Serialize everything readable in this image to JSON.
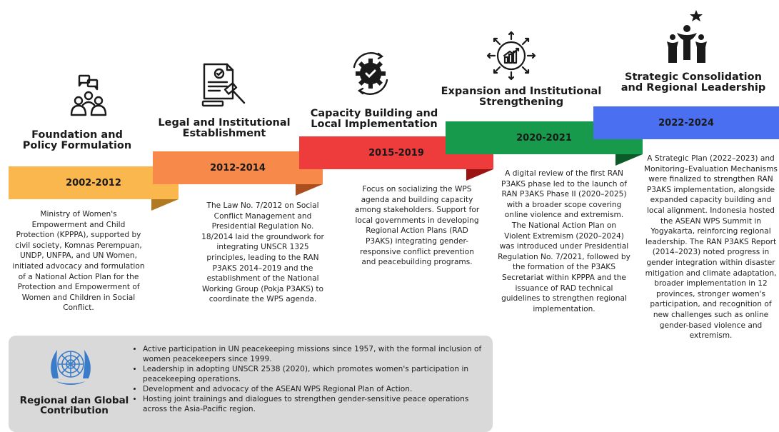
{
  "phases": [
    {
      "period": "2002-2012",
      "title_lines": [
        "Foundation and",
        "Policy Formulation"
      ],
      "color": "#f9b74e",
      "icon": "people-meeting-icon",
      "description": [
        "Ministry of Women's",
        "Empowerment and Child",
        "Protection (KPPPA), supported by",
        "civil society, Komnas Perempuan,",
        "UNDP, UNFPA, and UN Women,",
        "initiated advocacy and formulation",
        "of a National Action Plan for the",
        "Protection and Empowerment of",
        "Women and Children in Social",
        "Conflict."
      ]
    },
    {
      "period": "2012-2014",
      "title_lines": [
        "Legal and Institutional",
        "Establishment"
      ],
      "color": "#f7894a",
      "icon": "law-document-gavel-icon",
      "description": [
        "The Law No. 7/2012 on Social",
        "Conflict Management and",
        "Presidential Regulation No.",
        "18/2014 laid the groundwork for",
        "integrating UNSCR 1325",
        "principles, leading to the RAN",
        "P3AKS 2014–2019 and the",
        "establishment of the National",
        "Working Group (Pokja P3AKS) to",
        "coordinate the WPS agenda."
      ]
    },
    {
      "period": "2015-2019",
      "title_lines": [
        "Capacity Building and",
        "Local Implementation"
      ],
      "color": "#ee3b3b",
      "icon": "gear-check-icon",
      "description": [
        "Focus on socializing the WPS",
        "agenda and building capacity",
        "among stakeholders. Support for",
        "local governments in developing",
        "Regional Action Plans (RAD",
        "P3AKS) integrating gender-",
        "responsive conflict prevention",
        "and peacebuilding programs."
      ]
    },
    {
      "period": "2020-2021",
      "title_lines": [
        "Expansion and Institutional",
        "Strengthening"
      ],
      "color": "#179a4c",
      "icon": "growth-chart-arrows-icon",
      "description": [
        "A digital review of the first RAN",
        "P3AKS phase led to the launch of",
        "RAN P3AKS Phase II (2020–2025)",
        "with a broader scope covering",
        "online violence and extremism.",
        "The National Action Plan on",
        "Violent Extremism (2020–2024)",
        "was introduced under Presidential",
        "Regulation No. 7/2021, followed by",
        "the formation of the P3AKS",
        "Secretariat within KPPPA and the",
        "issuance of RAD technical",
        "guidelines to strengthen regional",
        "implementation."
      ]
    },
    {
      "period": "2022-2024",
      "title_lines": [
        "Strategic Consolidation",
        "and Regional Leadership"
      ],
      "color": "#4a6ff0",
      "icon": "leaders-star-icon",
      "description": [
        "A Strategic Plan (2022–2023) and",
        "Monitoring–Evaluation Mechanisms",
        "were finalized to strengthen RAN",
        "P3AKS implementation, alongside",
        "expanded capacity building and",
        "local alignment. Indonesia hosted",
        "the ASEAN WPS Summit in",
        "Yogyakarta, reinforcing regional",
        "leadership. The RAN P3AKS Report",
        "(2014–2023) noted progress in",
        "gender integration within disaster",
        "mitigation and climate adaptation,",
        "broader implementation in 12",
        "provinces, stronger women's",
        "participation, and recognition of",
        "new challenges such as online",
        "gender-based violence and",
        "extremism."
      ]
    }
  ],
  "contribution": {
    "title_lines": [
      "Regional dan Global",
      "Contribution"
    ],
    "icon": "un-emblem-icon",
    "bullets": [
      "Active participation in UN peacekeeping missions since 1957, with the formal inclusion of women peacekeepers since 1999.",
      "Leadership in adopting UNSCR 2538 (2020), which promotes women's participation in peacekeeping operations.",
      "Development and advocacy of the ASEAN WPS Regional Plan of Action.",
      "Hosting joint trainings and dialogues to strengthen gender-sensitive peace operations across the Asia-Pacific region."
    ]
  }
}
